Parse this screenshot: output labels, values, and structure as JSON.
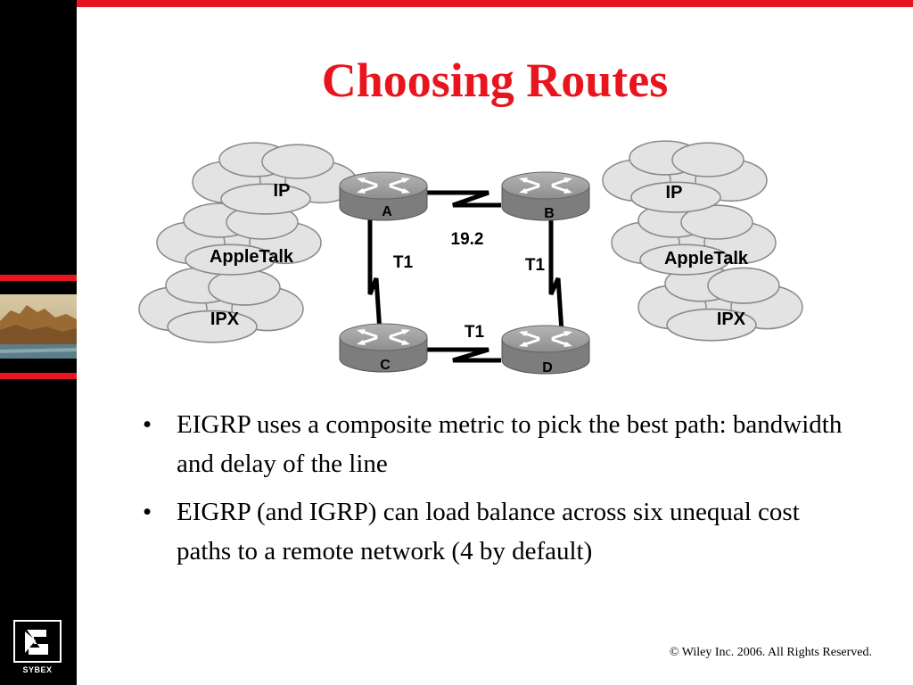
{
  "slide": {
    "title": "Choosing Routes",
    "bullets": [
      {
        "symbol": "•",
        "text": "EIGRP uses a composite metric to pick the best path: bandwidth and delay of  the line"
      },
      {
        "symbol": "•",
        "text": "EIGRP (and IGRP) can load balance across six unequal cost paths to a remote network (4 by default)"
      }
    ],
    "copyright": "© Wiley Inc. 2006. All Rights Reserved.",
    "logo_text": "SYBEX"
  },
  "diagram": {
    "left_clouds": [
      "IP",
      "AppleTalk",
      "IPX"
    ],
    "right_clouds": [
      "IP",
      "AppleTalk",
      "IPX"
    ],
    "routers": [
      "A",
      "B",
      "C",
      "D"
    ],
    "links": {
      "a_b": "19.2",
      "a_c": "T1",
      "b_d": "T1",
      "c_d": "T1"
    }
  },
  "colors": {
    "accent": "#e8141e",
    "cloud_fill": "#e3e3e3",
    "router_fill": "#8c8c8c"
  }
}
